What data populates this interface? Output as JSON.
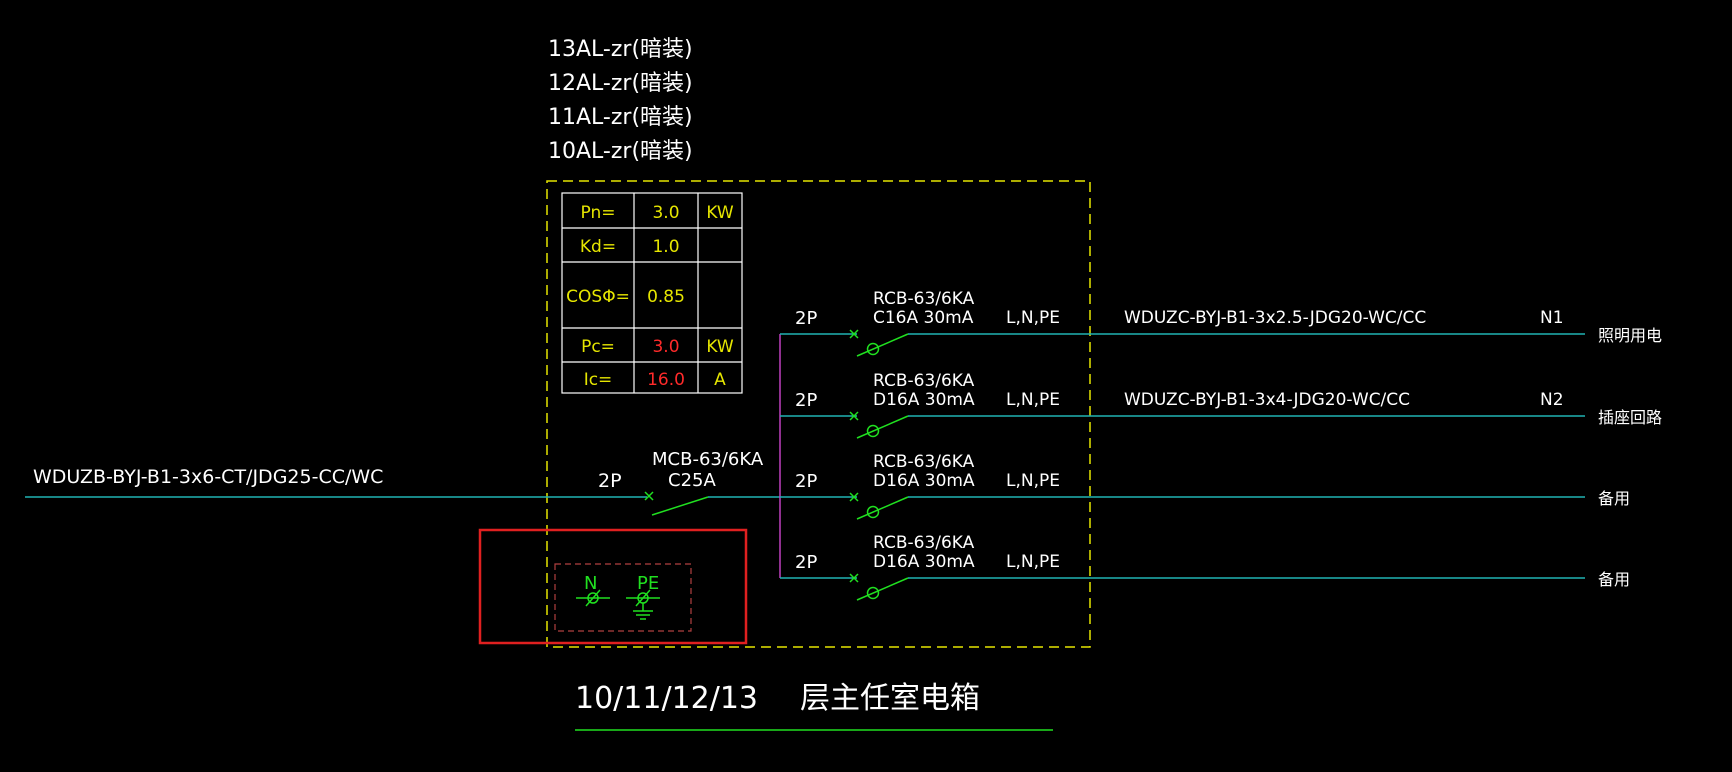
{
  "panel_labels": [
    "13AL-zr(暗装)",
    "12AL-zr(暗装)",
    "11AL-zr(暗装)",
    "10AL-zr(暗装)"
  ],
  "load_table": {
    "rows": [
      {
        "label": "Pn=",
        "value": "3.0",
        "unit": "KW",
        "value_color": "#e6e600"
      },
      {
        "label": "Kd=",
        "value": "1.0",
        "unit": "",
        "value_color": "#e6e600"
      },
      {
        "label": "COSΦ=",
        "value": "0.85",
        "unit": "",
        "value_color": "#e6e600"
      },
      {
        "label": "Pc=",
        "value": "3.0",
        "unit": "KW",
        "value_color": "#ff2a2a"
      },
      {
        "label": "Ic=",
        "value": "16.0",
        "unit": "A",
        "value_color": "#ff2a2a"
      }
    ]
  },
  "incoming": {
    "cable": "WDUZB-BYJ-B1-3x6-CT/JDG25-CC/WC",
    "poles": "2P",
    "breaker_model": "MCB-63/6KA",
    "breaker_rating": "C25A"
  },
  "branches": [
    {
      "poles": "2P",
      "model": "RCB-63/6KA",
      "rating": "C16A 30mA",
      "phases": "L,N,PE",
      "cable": "WDUZC-BYJ-B1-3x2.5-JDG20-WC/CC",
      "circuit": "N1",
      "use": "照明用电"
    },
    {
      "poles": "2P",
      "model": "RCB-63/6KA",
      "rating": "D16A 30mA",
      "phases": "L,N,PE",
      "cable": "WDUZC-BYJ-B1-3x4-JDG20-WC/CC",
      "circuit": "N2",
      "use": "插座回路"
    },
    {
      "poles": "2P",
      "model": "RCB-63/6KA",
      "rating": "D16A 30mA",
      "phases": "L,N,PE",
      "cable": "",
      "circuit": "",
      "use": "备用"
    },
    {
      "poles": "2P",
      "model": "RCB-63/6KA",
      "rating": "D16A 30mA",
      "phases": "L,N,PE",
      "cable": "",
      "circuit": "",
      "use": "备用"
    }
  ],
  "terminals": {
    "n_label": "N",
    "pe_label": "PE"
  },
  "footer": {
    "floors": "10/11/12/13",
    "name": "层主任室电箱"
  },
  "colors": {
    "background": "#000000",
    "cable_line": "#20b2b2",
    "breaker_green": "#20e020",
    "bus_magenta": "#c040c0",
    "panel_border": "#e6e600",
    "highlight_red": "#e02020",
    "terminal_box": "#b04040",
    "text_white": "#ffffff",
    "value_yellow": "#e6e600",
    "value_red": "#ff2a2a"
  }
}
